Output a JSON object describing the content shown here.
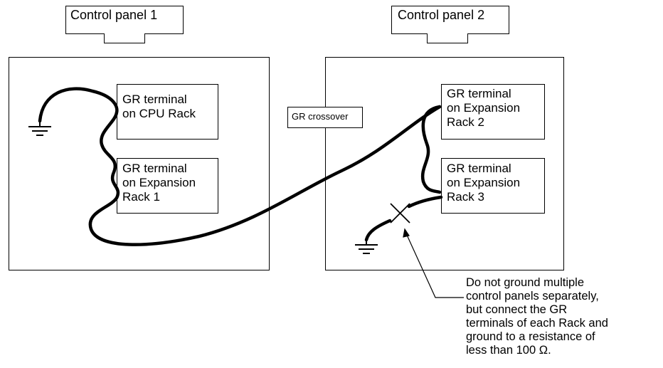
{
  "panels": {
    "panel1": {
      "title": "Control panel 1"
    },
    "panel2": {
      "title": "Control panel 2"
    }
  },
  "terminals": {
    "cpu_rack": "GR terminal\non CPU Rack",
    "expansion_rack_1": "GR terminal\non Expansion\nRack 1",
    "expansion_rack_2": "GR terminal\non Expansion\nRack 2",
    "expansion_rack_3": "GR terminal\non Expansion\nRack 3"
  },
  "crossover_label": "GR crossover",
  "warning_note": "Do not ground multiple\ncontrol panels separately,\nbut connect the GR\nterminals of each Rack and\nground to a resistance of\nless than 100 Ω.",
  "icons": [
    "ground-icon",
    "cross-mark-icon",
    "ground-icon"
  ]
}
